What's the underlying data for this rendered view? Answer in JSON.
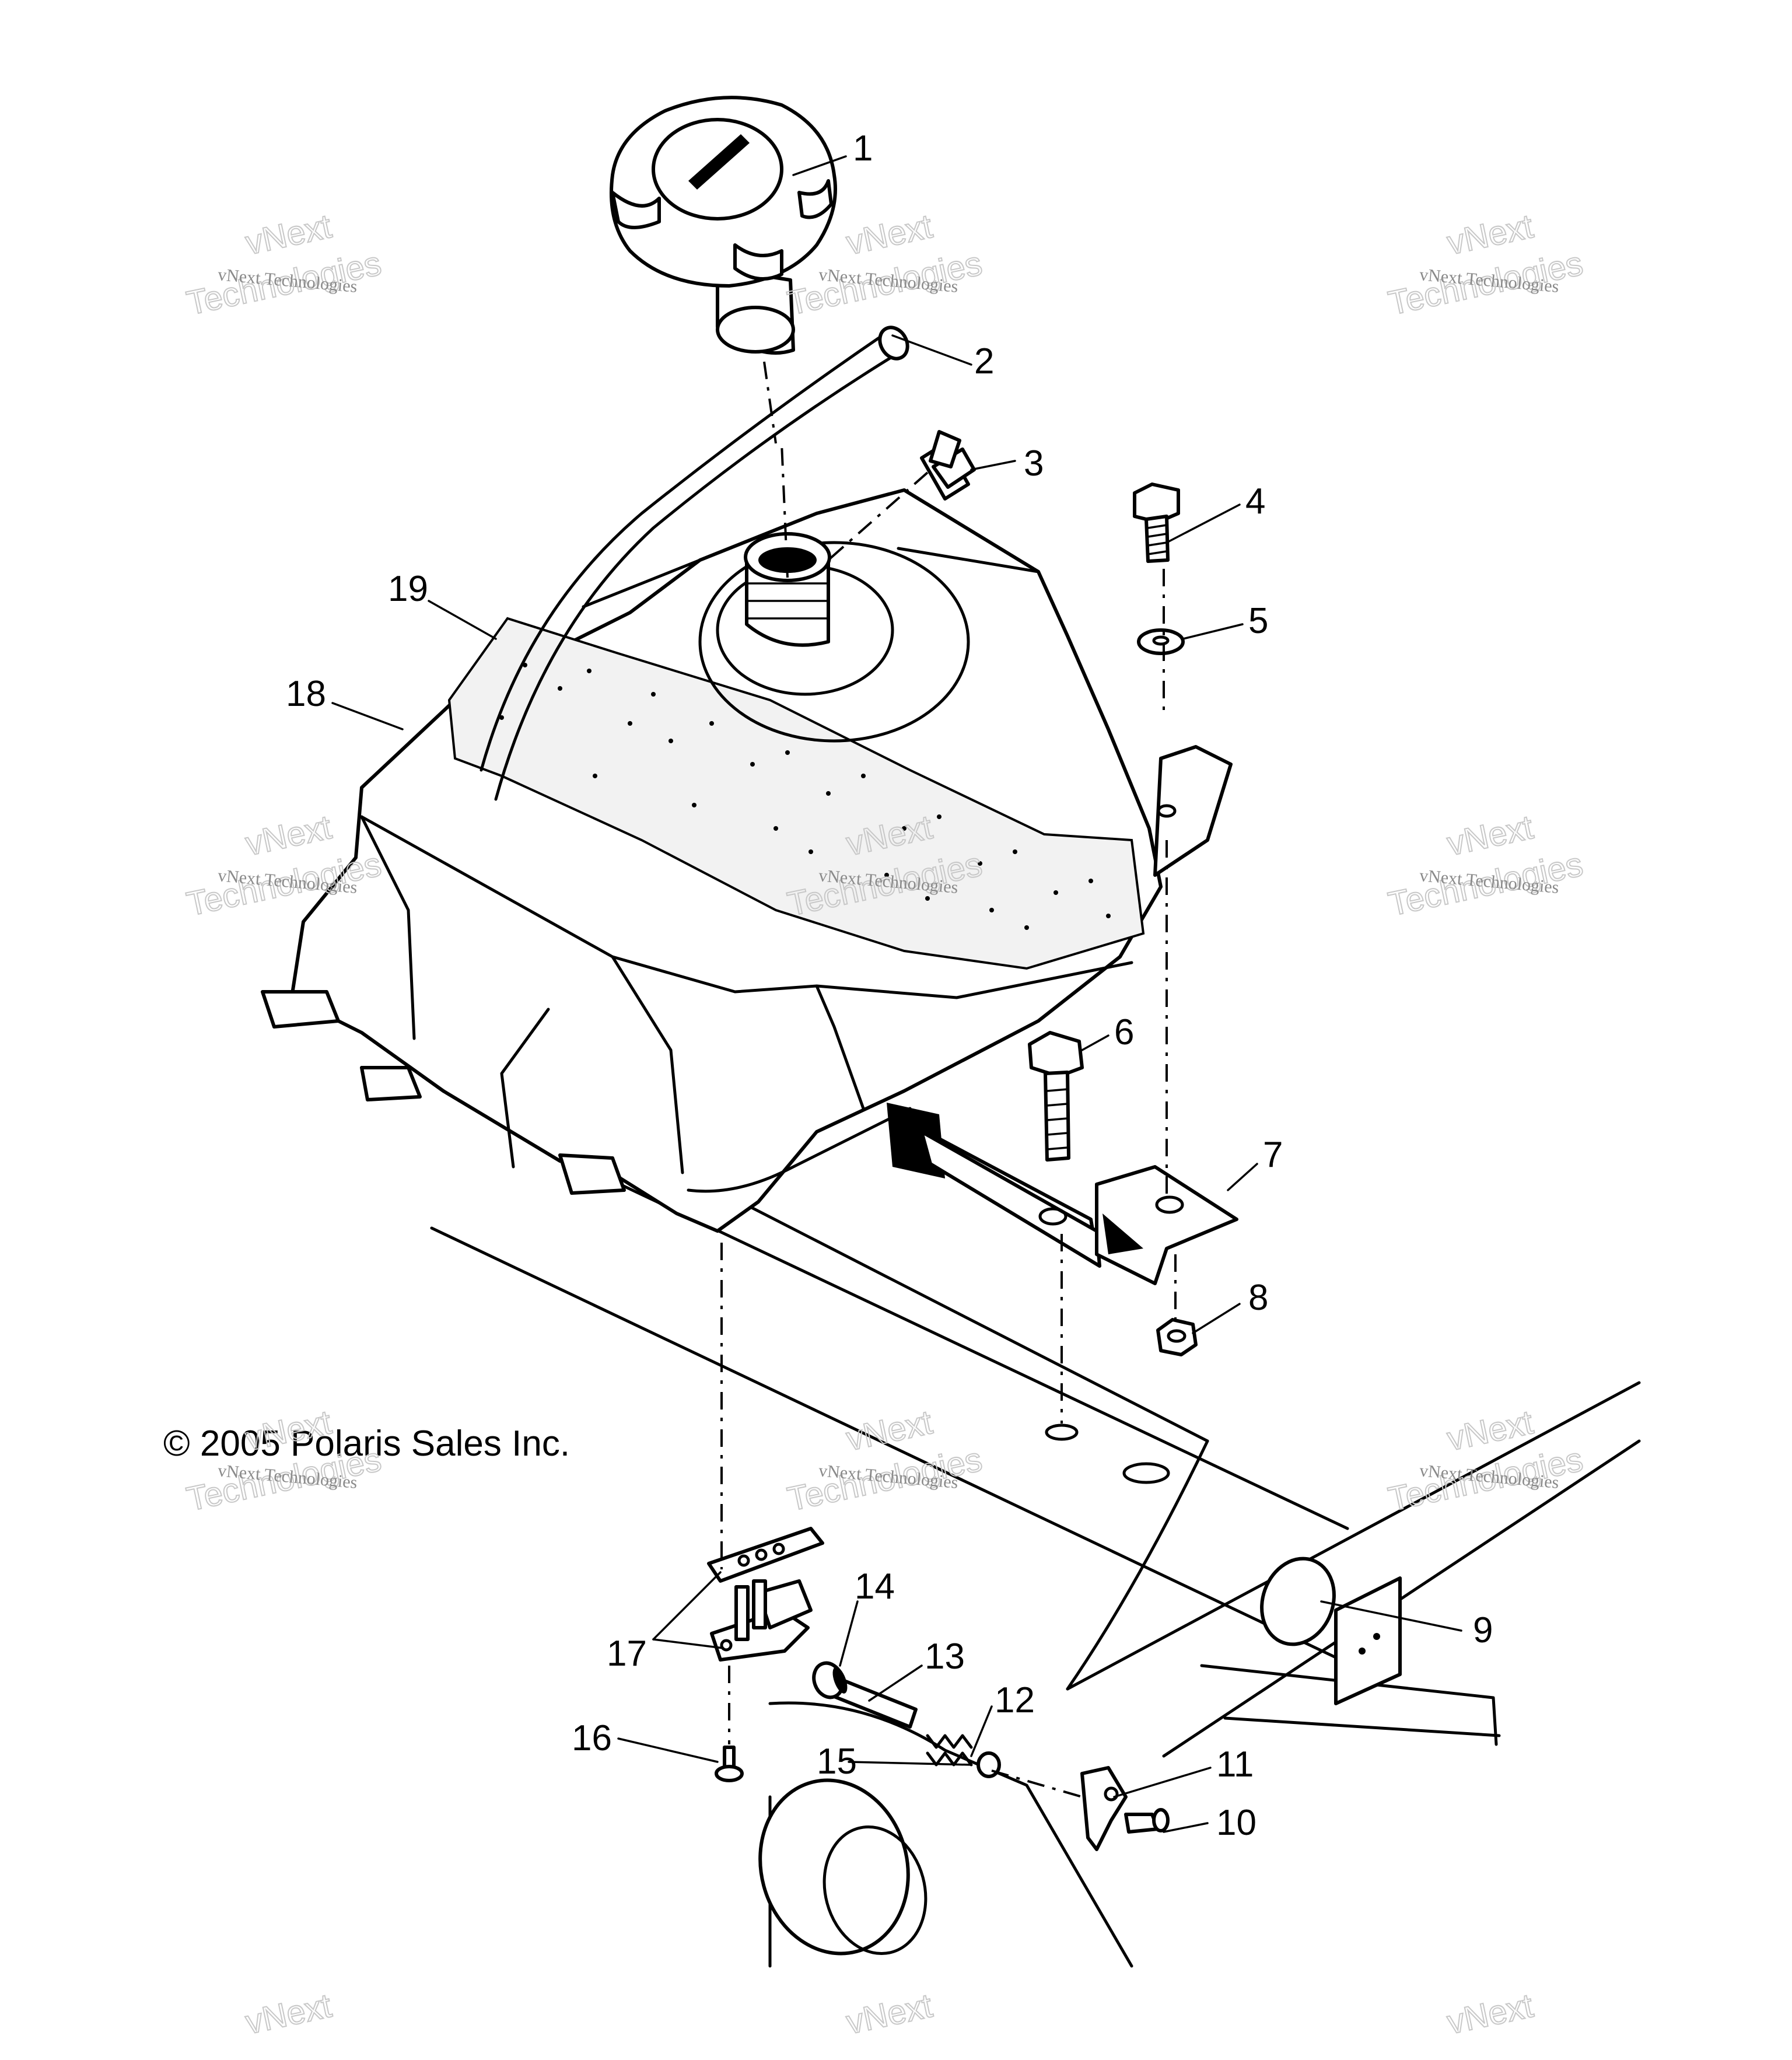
{
  "copyright": "© 2005 Polaris Sales Inc.",
  "watermark": {
    "small": "vNext Technologies",
    "big_line1": "vNext",
    "big_line2": "Technologies"
  },
  "callouts": [
    "1",
    "2",
    "3",
    "4",
    "5",
    "6",
    "7",
    "8",
    "9",
    "10",
    "11",
    "12",
    "13",
    "14",
    "15",
    "16",
    "17",
    "18",
    "19"
  ]
}
